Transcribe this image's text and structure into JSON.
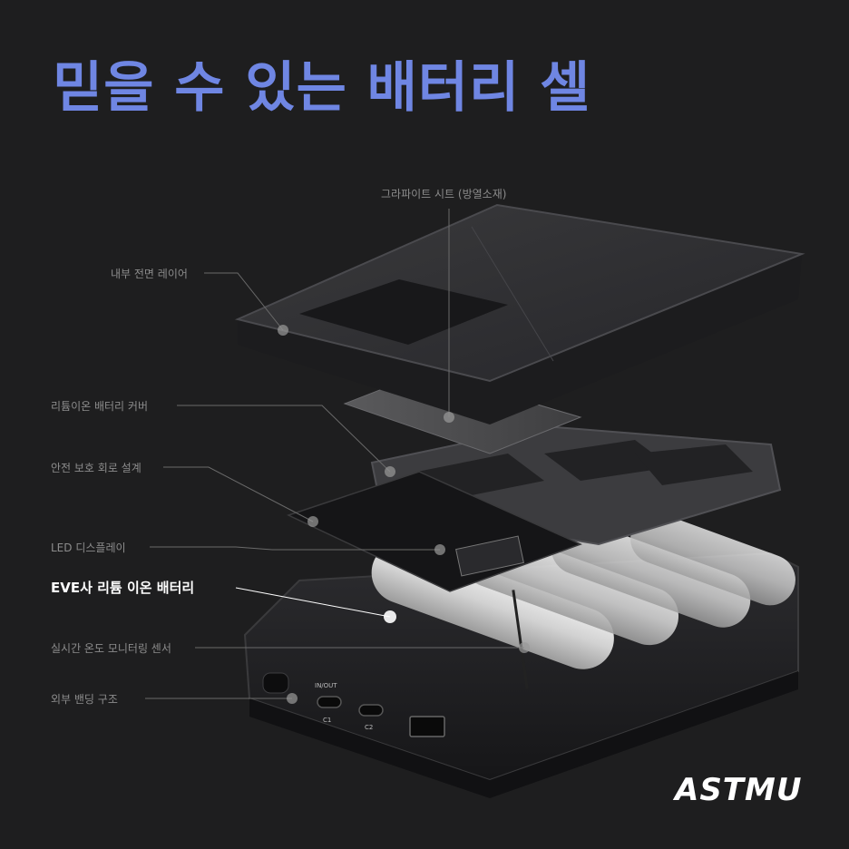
{
  "headline": "믿을 수 있는 배터리 셀",
  "callouts": {
    "graphite": "그라파이트 시트 (방열소재)",
    "inner_layer": "내부 전면 레이어",
    "battery_cover": "리튬이온 배터리 커버",
    "safety_circuit": "안전 보호 회로 설계",
    "led_display": "LED 디스플레이",
    "eve_battery": "EVE사 리튬 이온 배터리",
    "temp_sensor": "실시간 온도 모니터링 센서",
    "outer_bending": "외부 밴딩 구조"
  },
  "ports": {
    "c1_top": "IN/OUT",
    "c1": "C1",
    "c2": "C2"
  },
  "brand": "ASTMU",
  "colors": {
    "background": "#1e1e1f",
    "headline": "#6f86e3",
    "callout_text": "#8c8c8c",
    "highlight_text": "#ffffff"
  }
}
